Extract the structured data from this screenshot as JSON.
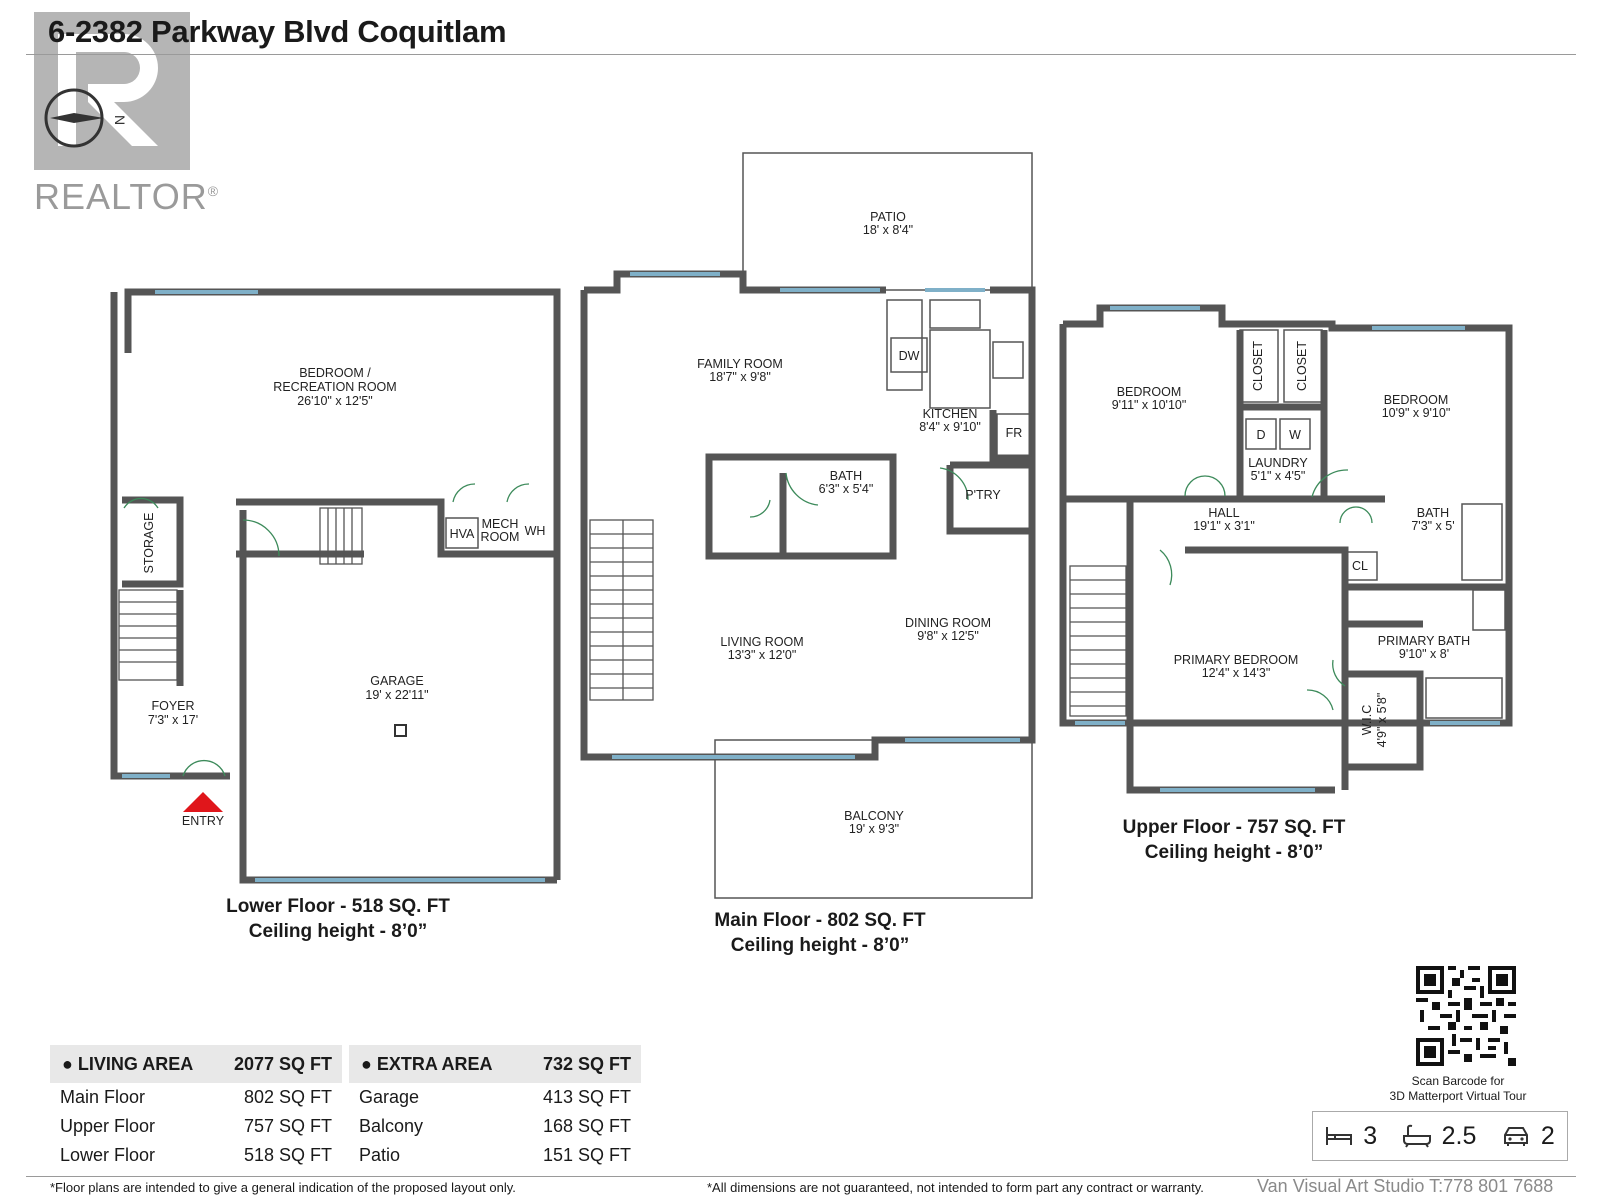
{
  "title": "6-2382 Parkway Blvd Coquitlam",
  "logo": {
    "text": "REALTOR",
    "mark": "®"
  },
  "compass": {
    "label": "N"
  },
  "lower_floor": {
    "caption_line1": "Lower Floor - 518 SQ. FT",
    "caption_line2": "Ceiling height - 8’0”",
    "rooms": {
      "bedroom_name1": "BEDROOM /",
      "bedroom_name2": "RECREATION ROOM",
      "bedroom_dim": "26'10\" x 12'5\"",
      "storage": "STORAGE",
      "hva": "HVA",
      "mech1": "MECH",
      "mech2": "ROOM",
      "wh": "WH",
      "garage_name": "GARAGE",
      "garage_dim": "19' x 22'11\"",
      "foyer_name": "FOYER",
      "foyer_dim": "7'3\" x 17'",
      "entry": "ENTRY"
    }
  },
  "main_floor": {
    "caption_line1": "Main Floor - 802 SQ. FT",
    "caption_line2": "Ceiling height - 8’0”",
    "rooms": {
      "patio_name": "PATIO",
      "patio_dim": "18' x 8'4\"",
      "family_name": "FAMILY ROOM",
      "family_dim": "18'7\" x 9'8\"",
      "kitchen_name": "KITCHEN",
      "kitchen_dim": "8'4\" x 9'10\"",
      "dw": "DW",
      "fr": "FR",
      "pantry": "P'TRY",
      "bath_name": "BATH",
      "bath_dim": "6'3\" x 5'4\"",
      "living_name": "LIVING ROOM",
      "living_dim": "13'3\" x 12'0\"",
      "dining_name": "DINING ROOM",
      "dining_dim": "9'8\" x 12'5\"",
      "balcony_name": "BALCONY",
      "balcony_dim": "19' x 9'3\""
    }
  },
  "upper_floor": {
    "caption_line1": "Upper Floor - 757 SQ. FT",
    "caption_line2": "Ceiling height - 8’0”",
    "rooms": {
      "bedroom1_name": "BEDROOM",
      "bedroom1_dim": "9'11\" x 10'10\"",
      "closet": "CLOSET",
      "bedroom2_name": "BEDROOM",
      "bedroom2_dim": "10'9\" x 9'10\"",
      "d": "D",
      "w": "W",
      "laundry_name": "LAUNDRY",
      "laundry_dim": "5'1\" x 4'5\"",
      "hall_name": "HALL",
      "hall_dim": "19'1\" x 3'1\"",
      "bath_name": "BATH",
      "bath_dim": "7'3\" x 5'",
      "cl": "CL",
      "primary_name": "PRIMARY BEDROOM",
      "primary_dim": "12'4\" x 14'3\"",
      "pbath_name": "PRIMARY BATH",
      "pbath_dim": "9'10\" x 8'",
      "wic_name": "W.I.C",
      "wic_dim": "4'9\" x 5'8\""
    }
  },
  "living_area": {
    "heading": "LIVING AREA",
    "total": "2077 SQ FT",
    "rows": [
      {
        "label": "Main Floor",
        "value": "802 SQ FT"
      },
      {
        "label": "Upper Floor",
        "value": "757 SQ FT"
      },
      {
        "label": "Lower Floor",
        "value": "518 SQ FT"
      }
    ]
  },
  "extra_area": {
    "heading": "EXTRA AREA",
    "total": "732 SQ FT",
    "rows": [
      {
        "label": "Garage",
        "value": "413 SQ FT"
      },
      {
        "label": "Balcony",
        "value": "168 SQ FT"
      },
      {
        "label": "Patio",
        "value": "151 SQ FT"
      }
    ]
  },
  "qr": {
    "caption_line1": "Scan Barcode for",
    "caption_line2": "3D Matterport Virtual Tour"
  },
  "stats": {
    "beds": "3",
    "baths": "2.5",
    "parking": "2"
  },
  "footnotes": {
    "left": "*Floor plans are intended to give a general indication of the proposed layout only.",
    "right": "*All dimensions are not guaranteed, not intended to form part any contract or warranty."
  },
  "studio": "Van Visual Art Studio T:778 801 7688",
  "colors": {
    "wall": "#555555",
    "window": "#7fb0c8",
    "entry_marker": "#e0161b",
    "logo": "#a8a8a8"
  }
}
